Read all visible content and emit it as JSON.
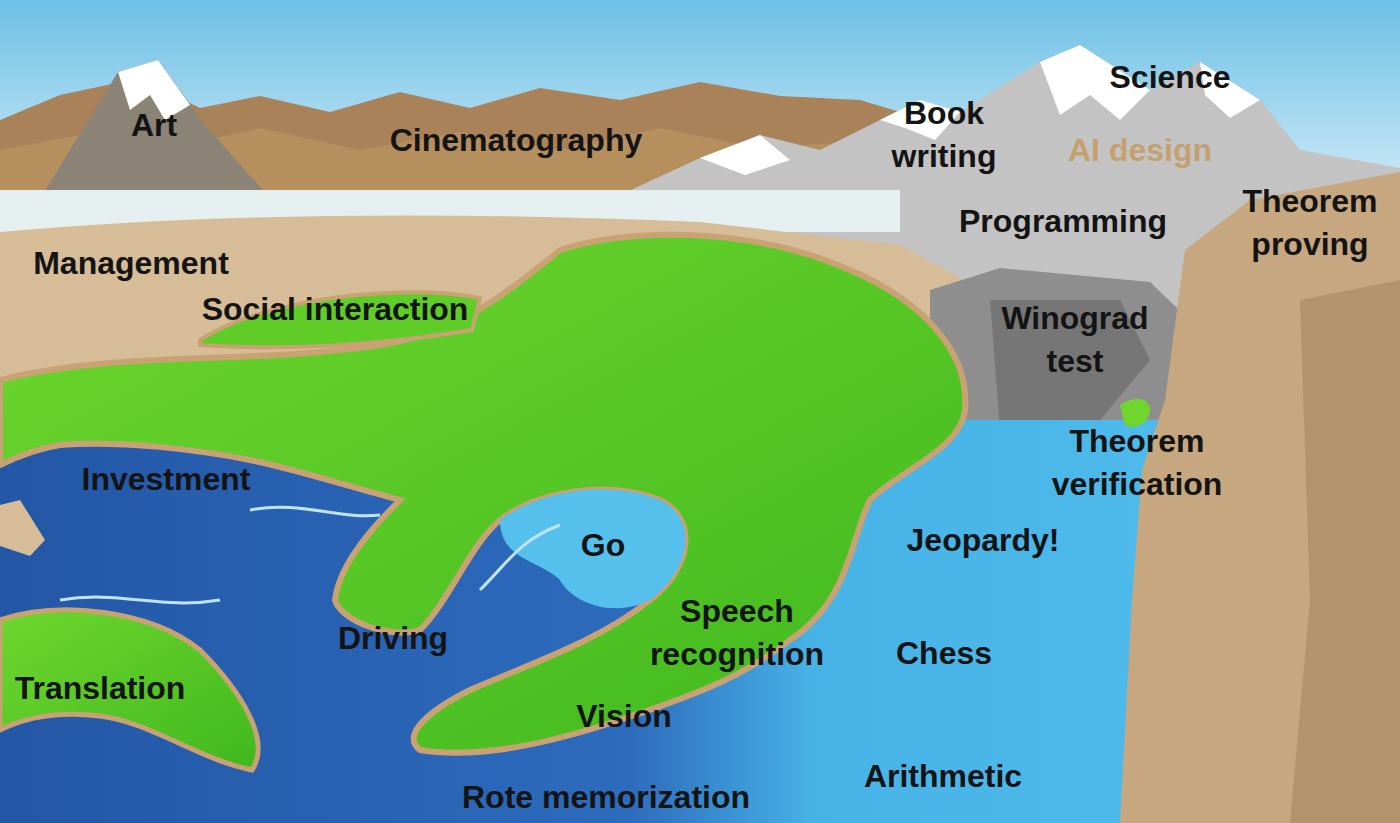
{
  "diagram": {
    "labels": [
      "Science",
      "Art",
      "Cinematography",
      "Book writing",
      "AI design",
      "Theorem proving",
      "Programming",
      "Management",
      "Social interaction",
      "Winograd test",
      "Theorem verification",
      "Investment",
      "Jeopardy!",
      "Go",
      "Speech recognition",
      "Driving",
      "Chess",
      "Translation",
      "Vision",
      "Arithmetic",
      "Rote memorization"
    ]
  }
}
